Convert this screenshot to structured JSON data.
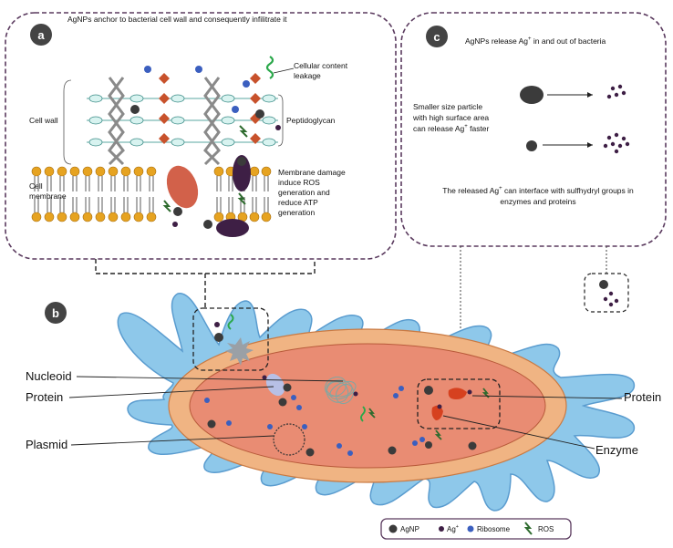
{
  "panel_a": {
    "letter": "a",
    "title": "AgNPs anchor to bacterial cell wall and consequently infilitrate it",
    "cellular_content_line1": "Cellular content",
    "cellular_content_line2": "leakage",
    "cell_wall": "Cell wall",
    "peptidoglycan": "Peptidoglycan",
    "cell_membrane_line1": "Cell",
    "cell_membrane_line2": "membrane",
    "membrane_damage": [
      "Membrane damage",
      "induce ROS",
      "generation and",
      "reduce ATP",
      "generation"
    ]
  },
  "panel_c": {
    "letter": "c",
    "title_pre": "AgNPs release Ag",
    "title_sup": "+",
    "title_post": " in and out of bacteria",
    "smaller_line1": "Smaller size particle",
    "smaller_line2": "with high surface area",
    "smaller_line3_pre": "can release Ag",
    "smaller_line3_sup": "+",
    "smaller_line3_post": " faster",
    "released_pre": "The released Ag",
    "released_sup": "+",
    "released_post": " can interface with sulfhydryl groups in",
    "released_line2": "enzymes and proteins"
  },
  "panel_b": {
    "letter": "b",
    "nucleoid": "Nucleoid",
    "protein_left": "Protein",
    "plasmid": "Plasmid",
    "protein_right": "Protein",
    "enzyme": "Enzyme"
  },
  "legend": {
    "agnp": "AgNP",
    "ag_pre": "Ag",
    "ag_sup": "+",
    "ribosome": "Ribosome",
    "ros": "ROS"
  },
  "colors": {
    "dashed_border": "#5a3a5e",
    "outer_cell": "#8ec8ea",
    "outer_cell_stroke": "#5a9ccf",
    "cell_wall_band": "#f0b483",
    "cytoplasm": "#e98c73",
    "agnp": "#3b3b3b",
    "ag_ion": "#3e1f45",
    "ribosome": "#3b5fbf",
    "ros": "#2e6b2e",
    "peptide_diamond": "#c8522c",
    "membrane_head": "#e6a321",
    "protein_red": "#d6411f",
    "green_squiggle": "#2aa84a"
  }
}
